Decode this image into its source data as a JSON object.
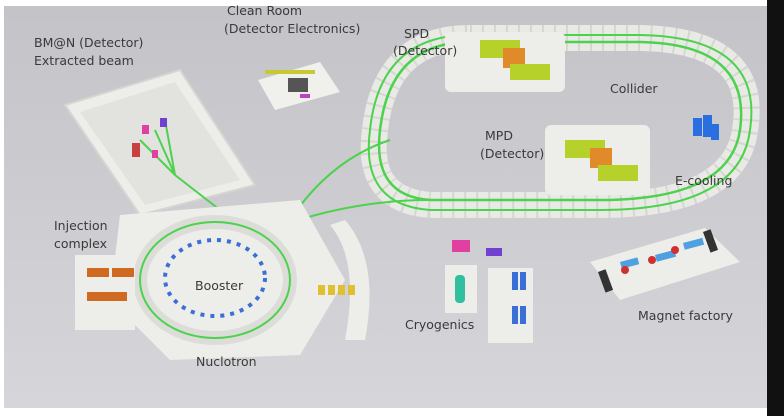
{
  "labels": {
    "clean_room": "Clean Room",
    "clean_room_sub": "(Detector Electronics)",
    "bmn": "BM@N (Detector)",
    "bmn_sub": "Extracted beam",
    "spd": "SPD",
    "spd_sub": "(Detector)",
    "collider": "Collider",
    "mpd": "MPD",
    "mpd_sub": "(Detector)",
    "ecooling": "E-cooling",
    "injection": "Injection",
    "injection_sub": "complex",
    "booster": "Booster",
    "nuclotron": "Nuclotron",
    "cryogenics": "Cryogenics",
    "magnet_factory": "Magnet factory"
  },
  "colors": {
    "background": "#c8c8cc",
    "platform": "#ededea",
    "beamline": "#4cd24c",
    "detector": "#e08a2a",
    "detector_frame": "#b6d22a",
    "magnet_blue": "#3a6fd8",
    "ecooling": "#2a6fe0"
  }
}
